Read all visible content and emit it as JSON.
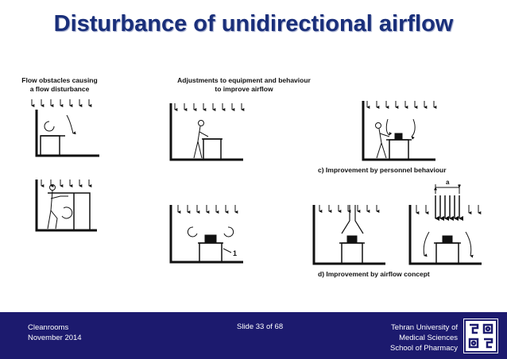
{
  "slide": {
    "title": "Disturbance of unidirectional airflow"
  },
  "figure": {
    "heading_left_line1": "Flow obstacles causing",
    "heading_left_line2": "a flow disturbance",
    "heading_mid_line1": "Adjustments to equipment and behaviour",
    "heading_mid_line2": "to improve airflow",
    "caption_c": "c)  Improvement by personnel behaviour",
    "caption_d": "d)  Improvement by airflow concept",
    "label_a": "a",
    "label_1": "1"
  },
  "footer": {
    "course": "Cleanrooms",
    "date": "November 2014",
    "slide_number": "Slide 33  of 68",
    "university_line1": "Tehran University of",
    "university_line2": "Medical Sciences",
    "school": "School of Pharmacy",
    "logo_icon": "university-logo-icon"
  },
  "colors": {
    "title": "#1a2f7a",
    "footer_bg": "#1c1a6e",
    "footer_text": "#ffffff"
  }
}
